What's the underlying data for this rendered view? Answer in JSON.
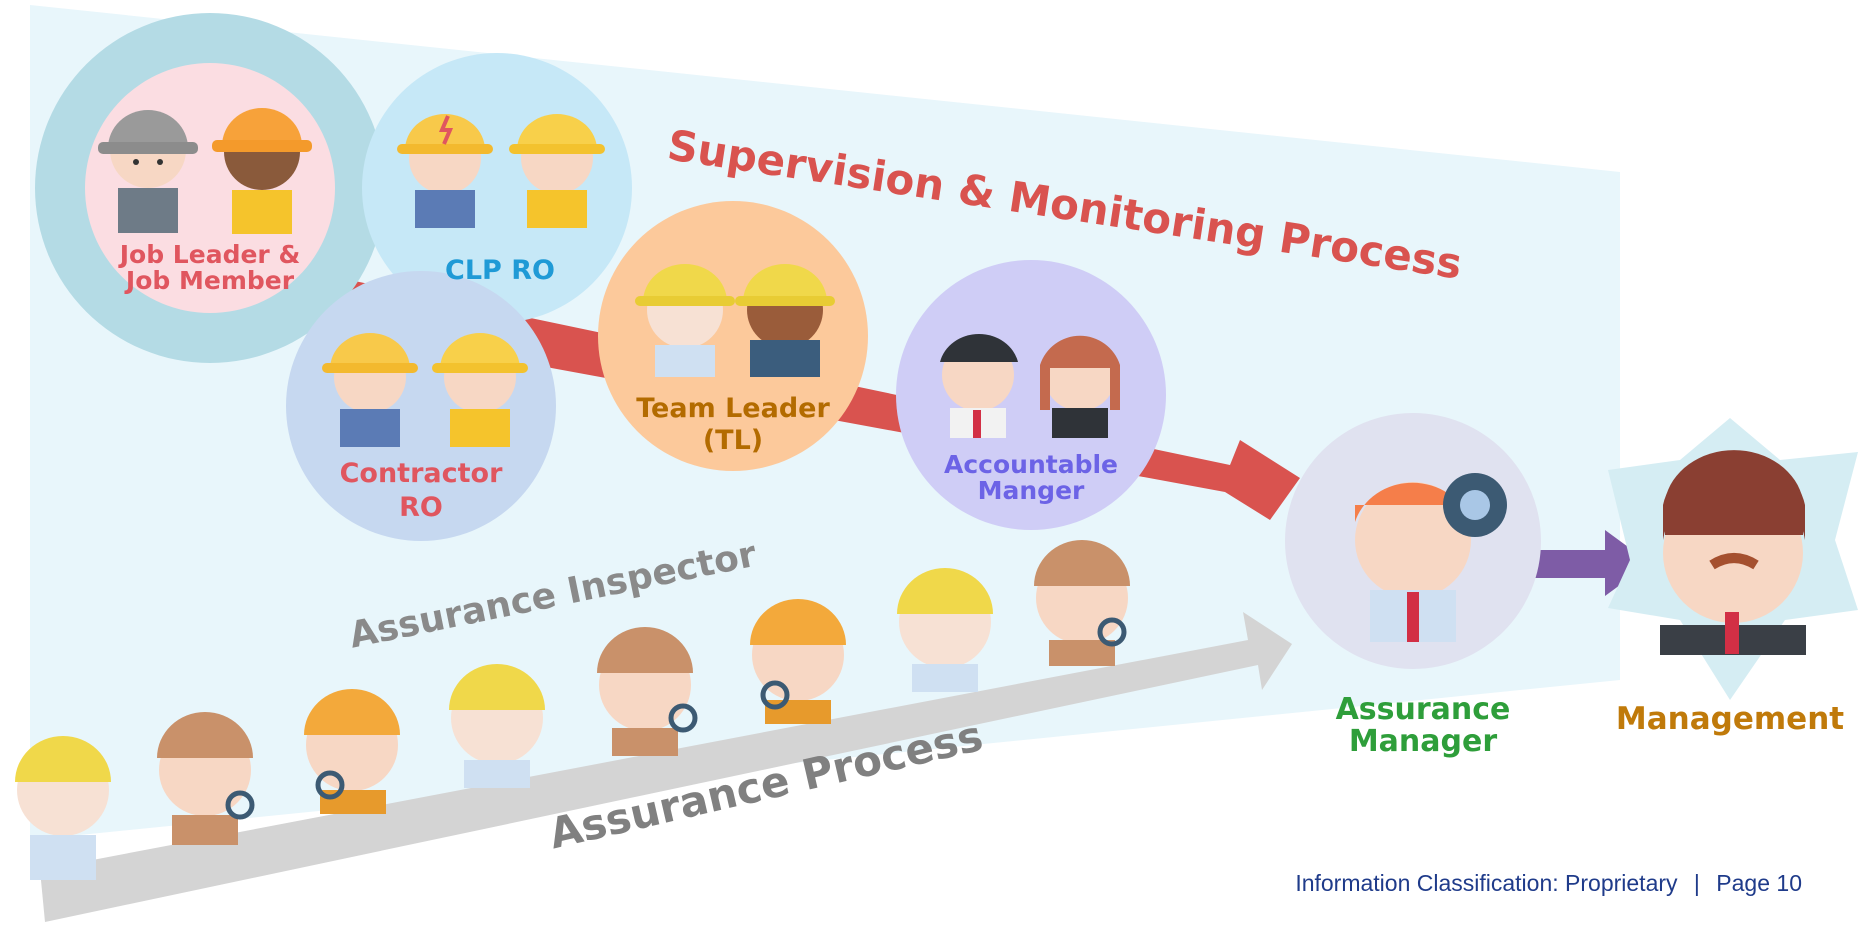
{
  "process_labels": {
    "supervision": "Supervision & Monitoring Process",
    "assurance_inspector": "Assurance Inspector",
    "assurance_process": "Assurance Process"
  },
  "nodes": {
    "job_leader": {
      "line1": "Job Leader &",
      "line2": "Job Member"
    },
    "clp_ro": {
      "line1": "CLP RO"
    },
    "contractor_ro": {
      "line1": "Contractor",
      "line2": "RO"
    },
    "team_leader": {
      "line1": "Team Leader",
      "line2": "(TL)"
    },
    "accountable_manager": {
      "line1": "Accountable",
      "line2": "Manger"
    },
    "assurance_manager": {
      "line1": "Assurance",
      "line2": "Manager"
    },
    "management": {
      "line1": "Management"
    }
  },
  "footer": {
    "classification": "Information Classification: Proprietary",
    "separator": "|",
    "page": "Page 10"
  },
  "colors": {
    "supervision": "#d9534f",
    "inspector_gray": "#8a8a8a",
    "assurance_gray": "#808080",
    "job_leader": "#e0565f",
    "clp_ro": "#1f9ad6",
    "contractor_ro": "#e0565f",
    "team_leader": "#b36b00",
    "accountable_manager": "#6c63e6",
    "assurance_manager": "#2e9e3a",
    "management": "#c07a0a",
    "footer": "#1f3b8a"
  }
}
